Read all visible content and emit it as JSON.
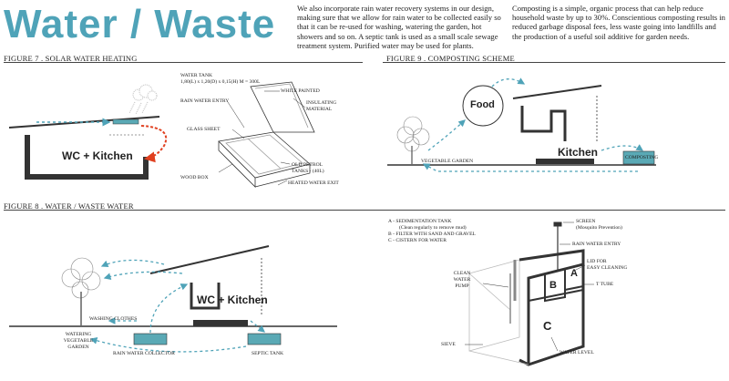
{
  "header": {
    "title": "Water / Waste",
    "para_left": "We also incorporate rain water recovery systems in our design, making sure that we allow for rain water to be collected easily so that it can be re-used for washing, watering the garden, hot showers and so on. A septic tank is used as a small scale sewage treatment system. Purified water may be used for plants.",
    "para_right": "Composting is a simple, organic process that can help reduce household waste by up to 30%. Conscientious composting results in reduced garbage disposal fees, less waste going into landfills and the production of a useful soil additive for garden needs."
  },
  "fig7": {
    "title": "FIGURE 7 . SOLAR WATER HEATING",
    "room": "WC + Kitchen",
    "water_tank": "WATER TANK",
    "tank_dims": "1,80(L) x 1,20(D) x 0,15(H) M = 300L",
    "rain_entry": "RAIN WATER ENTRY",
    "white_painted": "WHITE PAINTED",
    "insulating": "INSULATING",
    "material": "MATERIAL",
    "glass_sheet": "GLASS SHEET",
    "wood_box": "WOOD BOX",
    "old_petrol": "OLD PETROL",
    "tanks": "TANKS - (40L)",
    "heated_exit": "HEATED WATER EXIT"
  },
  "fig9": {
    "title": "FIGURE 9 . COMPOSTING SCHEME",
    "food": "Food",
    "kitchen": "Kitchen",
    "vegetable_garden": "VEGETABLE GARDEN",
    "composting": "COMPOSTING"
  },
  "fig8": {
    "title": "FIGURE 8 . WATER / WASTE WATER",
    "room": "WC + Kitchen",
    "washing_clothes": "WASHING CLOTHES",
    "watering_1": "WATERING",
    "watering_2": "VEGETABLE",
    "watering_3": "GARDEN",
    "collector": "RAIN WATER COLLECTOR",
    "septic": "SEPTIC TANK"
  },
  "cistern": {
    "legend_a": "A - SEDIMENTATION TANK",
    "legend_a_note": "(Clean regularly to remove mud)",
    "legend_b": "B - FILTER WITH SAND AND GRAVEL",
    "legend_c": "C - CISTERN FOR WATER",
    "screen": "SCREEN",
    "screen_note": "(Mosquito Prevention)",
    "rain_entry": "RAIN WATER ENTRY",
    "lid_1": "LID FOR",
    "lid_2": "EASY CLEANING",
    "t_tube": "T TUBE",
    "clean_1": "CLEAN",
    "clean_2": "WATER",
    "clean_3": "PUMP",
    "sieve": "SIEVE",
    "water_level": "WATER LEVEL",
    "label_a": "A",
    "label_b": "B",
    "label_c": "C"
  },
  "colors": {
    "accent": "#4fa3b8",
    "tank": "#5aa9b5",
    "heat": "#e04020",
    "dark": "#333333"
  }
}
